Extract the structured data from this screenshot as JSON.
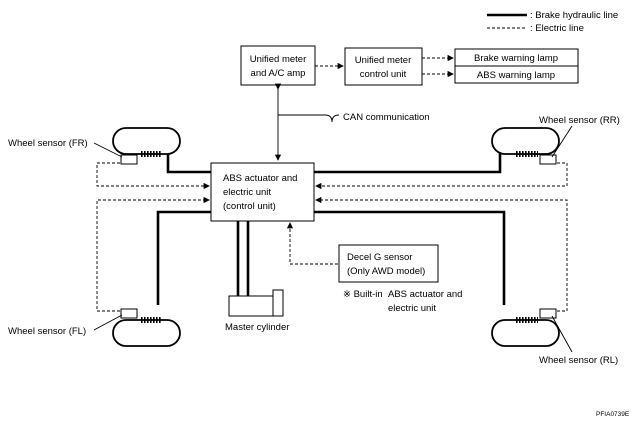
{
  "legend": {
    "hydraulic": ": Brake hydraulic line",
    "electric": ": Electric line"
  },
  "boxes": {
    "unified_meter_amp": [
      "Unified meter",
      "and A/C amp"
    ],
    "meter_control_unit": [
      "Unified meter",
      "control unit"
    ],
    "brake_warning_lamp": "Brake warning lamp",
    "abs_warning_lamp": "ABS warning lamp",
    "abs_actuator": [
      "ABS actuator and",
      "electric unit",
      "(control unit)"
    ],
    "decel_g_sensor": [
      "Decel G sensor",
      "(Only AWD model)"
    ]
  },
  "labels": {
    "can_communication": "CAN communication",
    "wheel_sensor_fr": "Wheel sensor (FR)",
    "wheel_sensor_rr": "Wheel sensor (RR)",
    "wheel_sensor_fl": "Wheel sensor (FL)",
    "wheel_sensor_rl": "Wheel sensor (RL)",
    "master_cylinder": "Master cylinder",
    "builtin_mark": "※ Built-in",
    "builtin_target": [
      "ABS actuator and",
      "electric unit"
    ],
    "figure_code": "PFIA0739E"
  }
}
